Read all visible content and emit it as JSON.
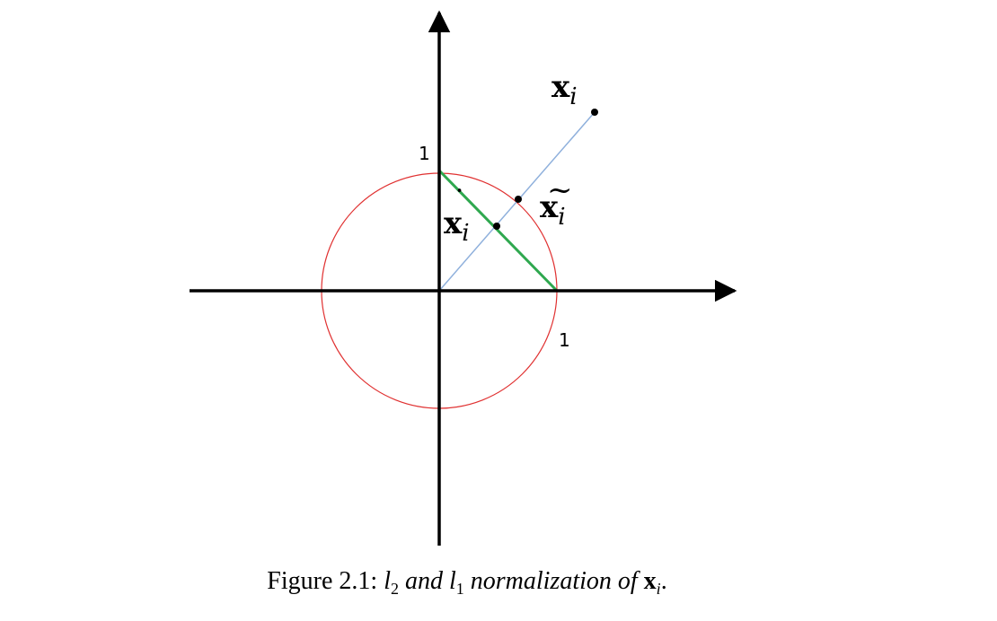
{
  "diagram": {
    "tick_y": "1",
    "tick_x": "1",
    "points": [
      {
        "id": "x",
        "base": "x",
        "sub": "i",
        "accent": ""
      },
      {
        "id": "x-tilde",
        "base": "x",
        "sub": "i",
        "accent": "~"
      },
      {
        "id": "x-dot",
        "base": "x",
        "sub": "i",
        "accent": "˙"
      }
    ]
  },
  "caption": {
    "prefix": "Figure 2.1: ",
    "l2_letter": "l",
    "l2_sub": "2",
    "word_and": " and ",
    "l1_letter": "l",
    "l1_sub": "1",
    "word_norm": " normalization of ",
    "x_letter": "x",
    "x_sub": "i",
    "suffix": "."
  },
  "colors": {
    "axes": "#000000",
    "l2_circle": "#e03030",
    "l1_diamond": "#2fa84f",
    "ray": "#8fb0dc"
  }
}
